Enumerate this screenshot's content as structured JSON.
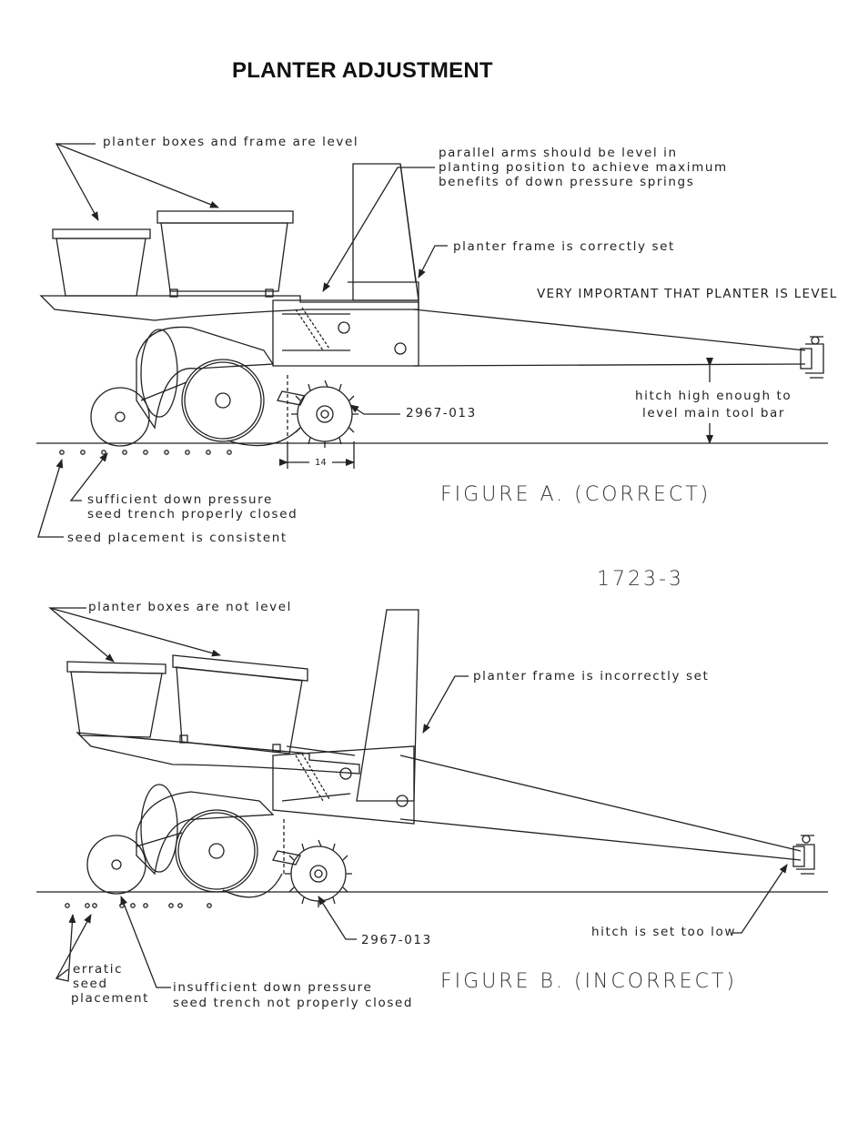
{
  "title": "PLANTER ADJUSTMENT",
  "figure_a": {
    "label_boxes": "planter boxes and frame are level",
    "label_arms_1": "parallel arms should be level in",
    "label_arms_2": "planting position to achieve maximum",
    "label_arms_3": "benefits of down pressure springs",
    "label_frame": "planter frame is correctly set",
    "label_important": "VERY IMPORTANT THAT PLANTER IS LEVEL",
    "label_hitch_1": "hitch high enough to",
    "label_hitch_2": "level main tool bar",
    "part_number": "2967-013",
    "dimension": "14",
    "label_pressure_1": "sufficient down pressure",
    "label_pressure_2": "seed trench properly closed",
    "label_seed": "seed placement is consistent",
    "caption": "FIGURE A. (CORRECT)"
  },
  "drawing_number": "1723-3",
  "figure_b": {
    "label_boxes": "planter boxes are not level",
    "label_frame": "planter frame is incorrectly set",
    "part_number": "2967-013",
    "label_hitch": "hitch is set too low",
    "label_erratic_1": "erratic",
    "label_erratic_2": "seed",
    "label_erratic_3": "placement",
    "label_pressure_1": "insufficient down pressure",
    "label_pressure_2": "seed trench not properly closed",
    "caption": "FIGURE B. (INCORRECT)"
  }
}
